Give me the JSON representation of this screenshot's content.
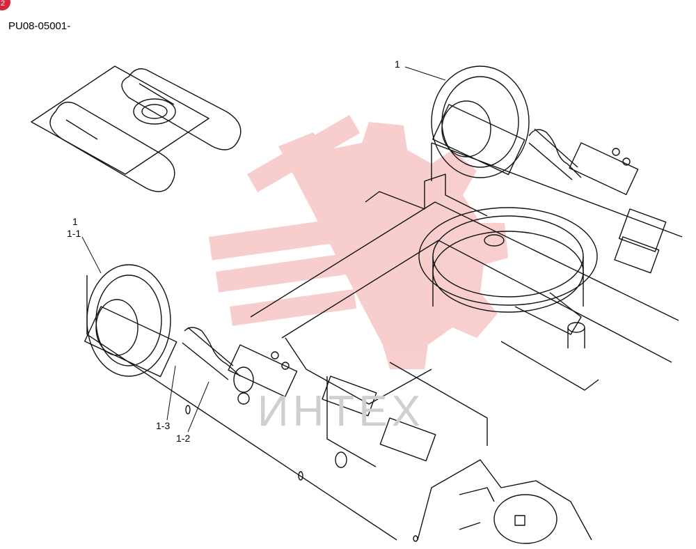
{
  "badge": "2",
  "drawing_code": "PU08-05001-",
  "callouts": {
    "right_assembly": "1",
    "left_assembly": "1",
    "left_sub": "1-1",
    "spring_cylinder": "1-2",
    "bracket": "1-3"
  },
  "watermark": "ИНТЕХ",
  "colors": {
    "watermark_red": "#f4a6a6",
    "line": "#111111"
  }
}
